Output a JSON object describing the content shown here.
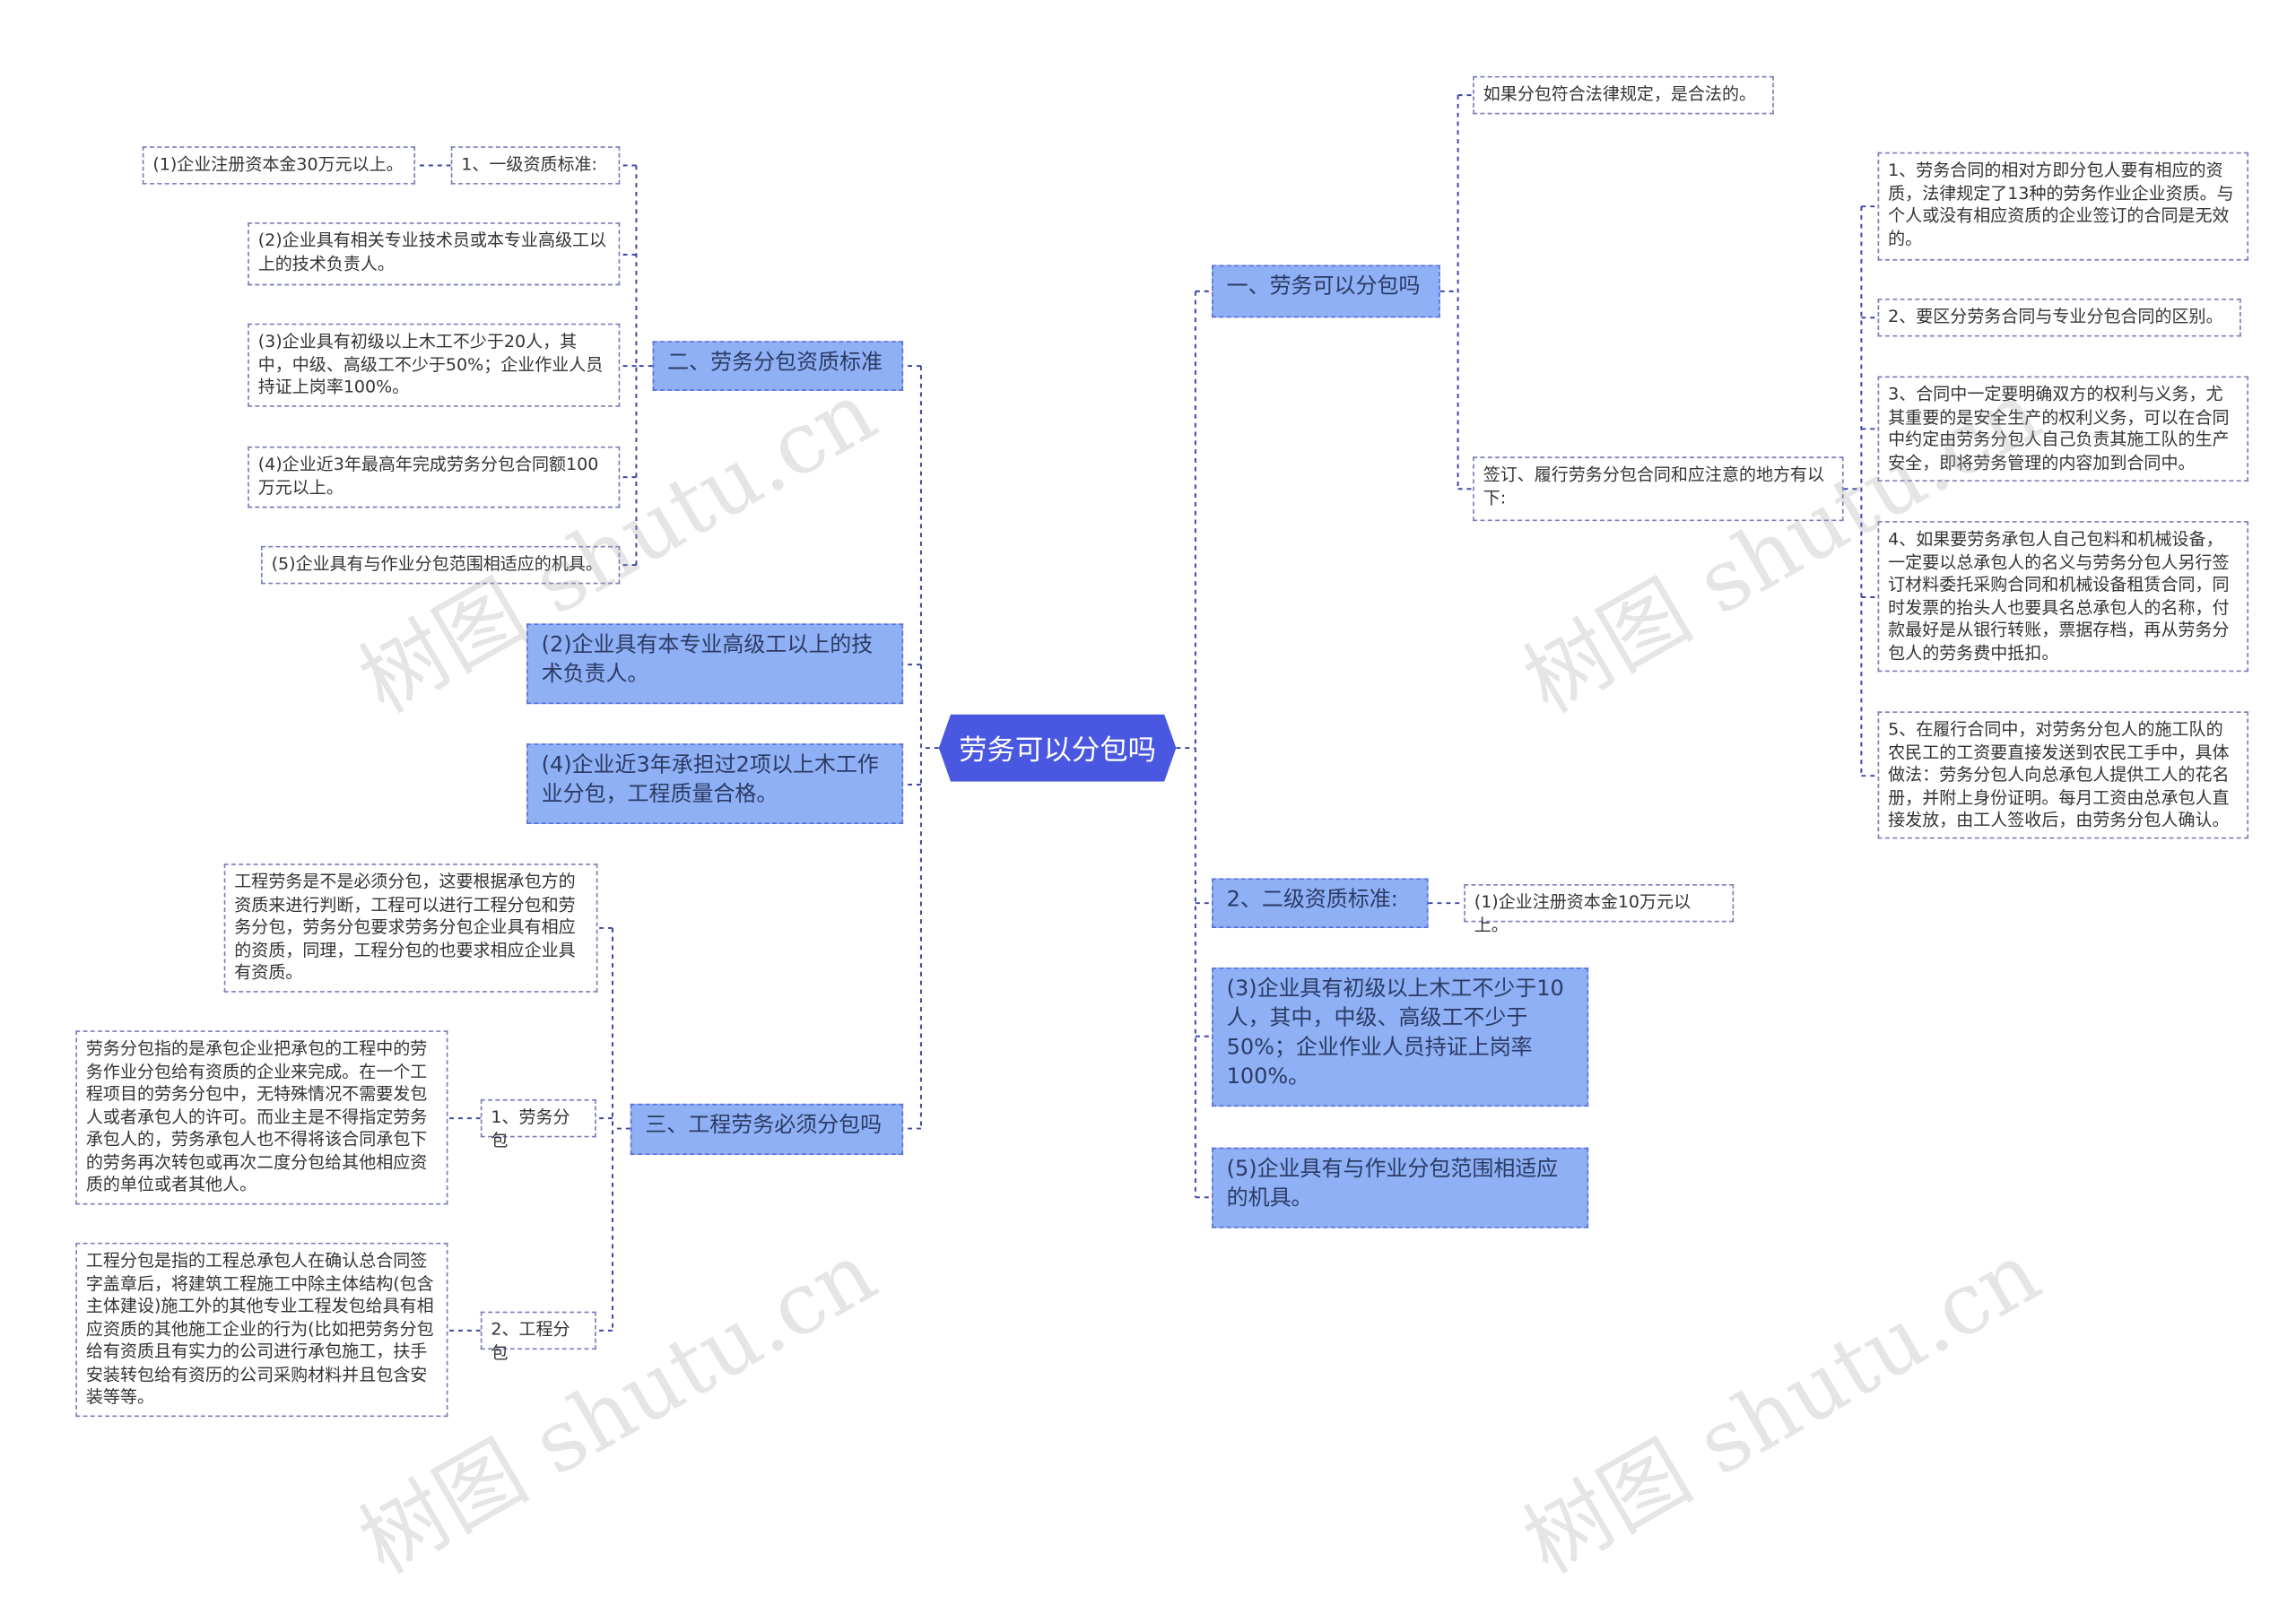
{
  "root": "劳务可以分包吗",
  "right": {
    "b1": {
      "label": "一、劳务可以分包吗",
      "legal": "如果分包符合法律规定，是合法的。",
      "sign": "签订、履行劳务分包合同和应注意的地方有以下:",
      "items": [
        "1、劳务合同的相对方即分包人要有相应的资质，法律规定了13种的劳务作业企业资质。与个人或没有相应资质的企业签订的合同是无效的。",
        "2、要区分劳务合同与专业分包合同的区别。",
        "3、合同中一定要明确双方的权利与义务，尤其重要的是安全生产的权利义务，可以在合同中约定由劳务分包人自己负责其施工队的生产安全，即将劳务管理的内容加到合同中。",
        "4、如果要劳务承包人自己包料和机械设备，一定要以总承包人的名义与劳务分包人另行签订材料委托采购合同和机械设备租赁合同，同时发票的抬头人也要具名总承包人的名称，付款最好是从银行转账，票据存档，再从劳务分包人的劳务费中抵扣。",
        "5、在履行合同中，对劳务分包人的施工队的农民工的工资要直接发送到农民工手中，具体做法：劳务分包人向总承包人提供工人的花名册，并附上身份证明。每月工资由总承包人直接发放，由工人签收后，由劳务分包人确认。"
      ]
    },
    "b2": {
      "label": "2、二级资质标准:",
      "child": "(1)企业注册资本金10万元以上。"
    },
    "b3": "(3)企业具有初级以上木工不少于10人，其中，中级、高级工不少于50%；企业作业人员持证上岗率100%。",
    "b4": "(5)企业具有与作业分包范围相适应的机具。"
  },
  "left": {
    "b1": {
      "label": "二、劳务分包资质标准",
      "l1": "1、一级资质标准:",
      "l1child": "(1)企业注册资本金30万元以上。",
      "items": [
        "(2)企业具有相关专业技术员或本专业高级工以上的技术负责人。",
        "(3)企业具有初级以上木工不少于20人，其中，中级、高级工不少于50%；企业作业人员持证上岗率100%。",
        "(4)企业近3年最高年完成劳务分包合同额100万元以上。",
        "(5)企业具有与作业分包范围相适应的机具。"
      ]
    },
    "b2": "(2)企业具有本专业高级工以上的技术负责人。",
    "b3": "(4)企业近3年承担过2项以上木工作业分包，工程质量合格。",
    "b4": {
      "label": "三、工程劳务必须分包吗",
      "intro": "工程劳务是不是必须分包，这要根据承包方的资质来进行判断，工程可以进行工程分包和劳务分包，劳务分包要求劳务分包企业具有相应的资质，同理，工程分包的也要求相应企业具有资质。",
      "s1": "1、劳务分包",
      "s1text": "劳务分包指的是承包企业把承包的工程中的劳务作业分包给有资质的企业来完成。在一个工程项目的劳务分包中，无特殊情况不需要发包人或者承包人的许可。而业主是不得指定劳务承包人的，劳务承包人也不得将该合同承包下的劳务再次转包或再次二度分包给其他相应资质的单位或者其他人。",
      "s2": "2、工程分包",
      "s2text": "工程分包是指的工程总承包人在确认总合同签字盖章后，将建筑工程施工中除主体结构(包含主体建设)施工外的其他专业工程发包给具有相应资质的其他施工企业的行为(比如把劳务分包给有资质且有实力的公司进行承包施工，扶手安装转包给有资历的公司采购材料并且包含安装等等。"
    }
  },
  "watermark": "树图 shutu.cn",
  "colors": {
    "root": "#4a57e0",
    "main": "#8fb0f5",
    "line": "#3d46a8"
  }
}
